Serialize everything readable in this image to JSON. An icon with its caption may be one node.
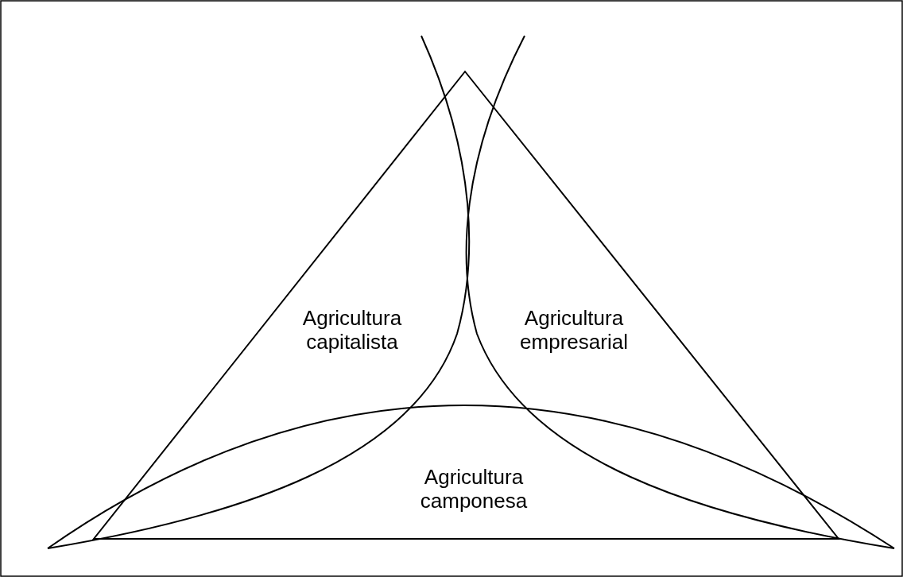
{
  "diagram": {
    "labels": [
      "Agricultura capitalista",
      "Agricultura empresarial",
      "Agricultura camponesa"
    ]
  }
}
